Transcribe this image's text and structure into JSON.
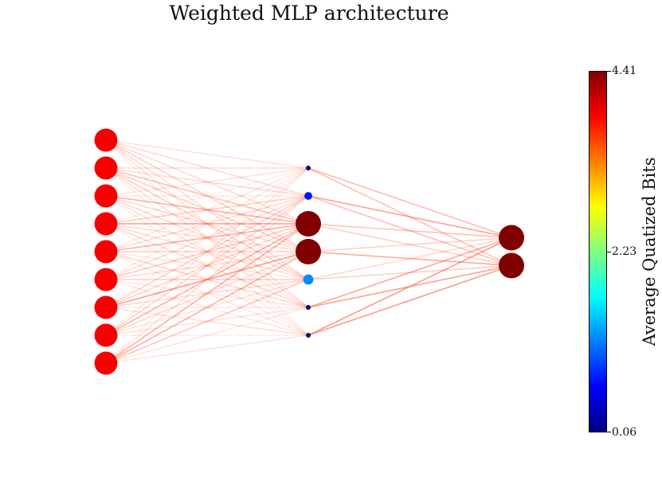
{
  "title": "Weighted MLP architecture",
  "colorbar": {
    "label": "Average Quatized Bits",
    "min_label": "0.06",
    "mid_label": "2.23",
    "max_label": "4.41",
    "min": 0.06,
    "max": 4.41,
    "colormap": "jet"
  },
  "network": {
    "layers": [
      {
        "name": "input",
        "neurons": 9,
        "bits": [
          3.9,
          3.9,
          3.9,
          3.9,
          3.9,
          3.9,
          3.9,
          3.9,
          3.9
        ]
      },
      {
        "name": "hidden",
        "neurons": 7,
        "bits": [
          0.06,
          0.7,
          4.41,
          4.41,
          1.2,
          0.06,
          0.06
        ]
      },
      {
        "name": "output",
        "neurons": 2,
        "bits": [
          4.41,
          4.41
        ]
      }
    ],
    "edge_color": "#ff5533"
  }
}
